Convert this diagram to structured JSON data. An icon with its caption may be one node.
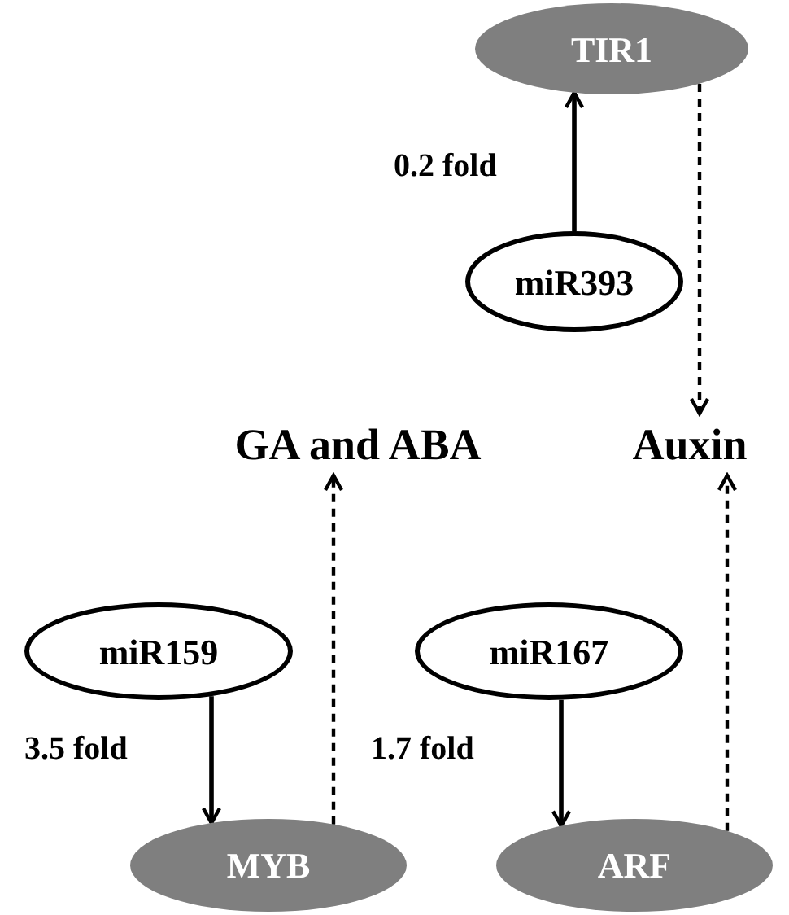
{
  "diagram": {
    "nodes": [
      {
        "text": [
          "TIR1"
        ]
      },
      {
        "text": [
          "miR393"
        ]
      },
      {
        "text": [
          "GA and ABA"
        ]
      },
      {
        "text": [
          "Auxin"
        ]
      },
      {
        "text": [
          "miR159"
        ]
      },
      {
        "text": [
          "miR167"
        ]
      },
      {
        "text": [
          "MYB"
        ]
      },
      {
        "text": [
          "ARF"
        ]
      }
    ],
    "edges": [
      {
        "from": 1,
        "to": 0,
        "arrow": "to",
        "label": "0.2 fold"
      },
      {
        "from": 0,
        "to": 3,
        "arrow": "to",
        "style": "dashed"
      },
      {
        "from": 4,
        "to": 6,
        "arrow": "to",
        "label": "3.5 fold"
      },
      {
        "from": 6,
        "to": 2,
        "arrow": "to",
        "style": "dashed"
      },
      {
        "from": 5,
        "to": 7,
        "arrow": "to",
        "label": "1.7 fold"
      },
      {
        "from": 7,
        "to": 3,
        "arrow": "to",
        "style": "dashed"
      }
    ]
  }
}
